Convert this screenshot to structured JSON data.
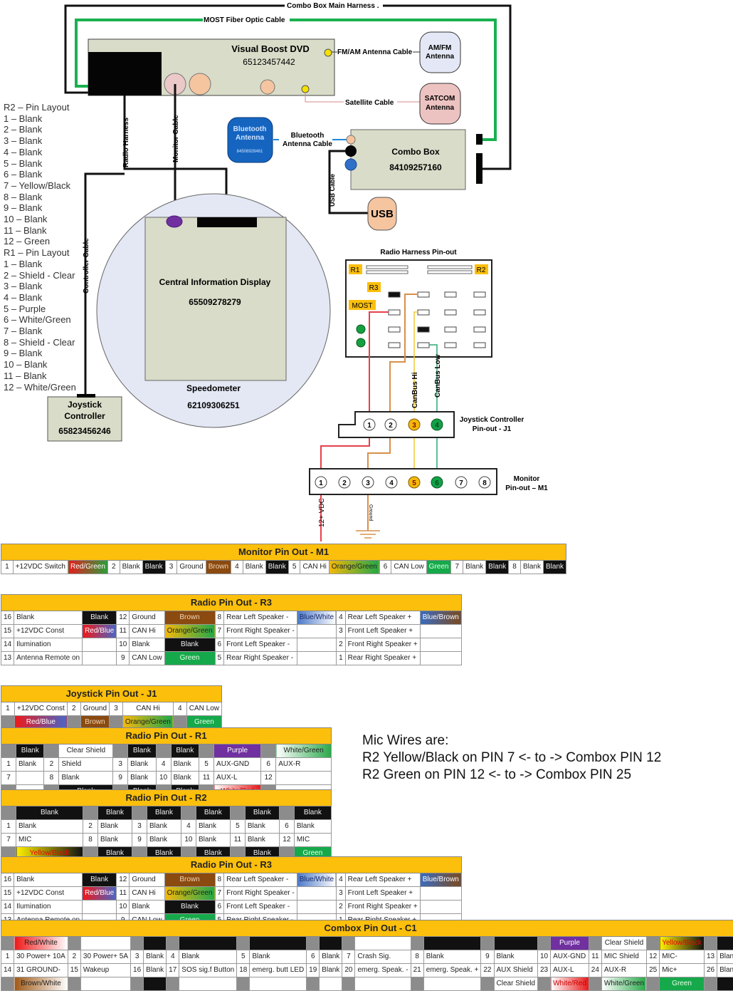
{
  "diagram": {
    "combo_main_harness_label": "Combo Box Main Harness .",
    "most_cable_label": "MOST Fiber Optic Cable",
    "visual_boost": {
      "title": "Visual Boost DVD",
      "part": "65123457442"
    },
    "fm_am_cable_label": "FM/AM Antenna Cable",
    "am_fm_antenna": [
      "AM/FM",
      "Antenna"
    ],
    "satellite_cable_label": "Satellite Cable",
    "satcom_antenna": [
      "SATCOM",
      "Antenna"
    ],
    "bluetooth_antenna": {
      "line1": "Bluetooth",
      "line2": "Antenna",
      "part": "84506928461"
    },
    "bluetooth_cable_label": [
      "Bluetooth",
      "Antenna Cable"
    ],
    "combo_box": {
      "title": "Combo Box",
      "part": "84109257160"
    },
    "usb_cable_label": "USB Cable",
    "usb_label": "USB",
    "radio_harness_label": "Radio Harness",
    "monitor_cable_label": "Monitor Cable",
    "controller_cable_label": "Controller Cable",
    "cid": {
      "title": "Central Information Display",
      "part": "65509278279"
    },
    "speedometer": {
      "title": "Speedometer",
      "part": "62109306251"
    },
    "joystick": {
      "line1": "Joystick",
      "line2": "Controller",
      "part": "65823456246"
    },
    "radio_harness_pinout": {
      "title": "Radio Harness Pin-out",
      "r1": "R1",
      "r2": "R2",
      "r3": "R3",
      "most": "MOST"
    },
    "canbus_hi": "CanBus Hi",
    "canbus_low": "CanBus Low",
    "joystick_pinout": {
      "line1": "Joystick Controller",
      "line2": "Pin-out -  J1",
      "pins": [
        "1",
        "2",
        "3",
        "4"
      ]
    },
    "monitor_pinout": {
      "line1": "Monitor",
      "line2": "Pin-out – M1",
      "pins": [
        "1",
        "2",
        "3",
        "4",
        "5",
        "6",
        "7",
        "8"
      ]
    },
    "vdc_label": "12+ VDC",
    "ground_label": "Ground"
  },
  "r2_layout": {
    "title": "R2 – Pin Layout",
    "items": [
      "1 – Blank",
      "2 – Blank",
      "3 – Blank",
      "4 – Blank",
      "5 – Blank",
      "6 – Blank",
      "7 – Yellow/Black",
      "8 – Blank",
      "9 – Blank",
      "10 – Blank",
      "11 – Blank",
      "12 – Green"
    ]
  },
  "r1_layout": {
    "title": "R1 – Pin Layout",
    "items": [
      "1 – Blank",
      "2 – Shield - Clear",
      "3 – Blank",
      "4 – Blank",
      "5 – Purple",
      "6 – White/Green",
      "7 – Blank",
      "8 – Shield - Clear",
      "9 – Blank",
      "10 – Blank",
      "11 – Blank",
      "12 – White/Green"
    ]
  },
  "monitor_table": {
    "title": "Monitor Pin Out - M1",
    "cells": [
      {
        "pin": "1",
        "name": "+12VDC Switch",
        "color": "Red/Green",
        "cls": "c-redgreen"
      },
      {
        "pin": "2",
        "name": "Blank",
        "color": "Blank",
        "cls": "blk"
      },
      {
        "pin": "3",
        "name": "Ground",
        "color": "Brown",
        "cls": "c-brown"
      },
      {
        "pin": "4",
        "name": "Blank",
        "color": "Blank",
        "cls": "blk"
      },
      {
        "pin": "5",
        "name": "CAN Hi",
        "color": "Orange/Green",
        "cls": "c-orangegreen"
      },
      {
        "pin": "6",
        "name": "CAN Low",
        "color": "Green",
        "cls": "c-green"
      },
      {
        "pin": "7",
        "name": "Blank",
        "color": "Blank",
        "cls": "blk"
      },
      {
        "pin": "8",
        "name": "Blank",
        "color": "Blank",
        "cls": "blk"
      }
    ]
  },
  "r3_table": {
    "title": "Radio Pin Out - R3",
    "rows": [
      [
        {
          "pin": "16",
          "name": "Blank",
          "color": "Blank",
          "cls": "blk"
        },
        {
          "pin": "12",
          "name": "Ground",
          "color": "Brown",
          "cls": "c-brown"
        },
        {
          "pin": "8",
          "name": "Rear Left Speaker -",
          "color": "Blue/White",
          "cls": "c-bluewhite"
        },
        {
          "pin": "4",
          "name": "Rear Left Speaker +",
          "color": "Blue/Brown",
          "cls": "c-bluebrown"
        }
      ],
      [
        {
          "pin": "15",
          "name": "+12VDC Const",
          "color": "Red/Blue",
          "cls": "c-redblue"
        },
        {
          "pin": "11",
          "name": "CAN Hi",
          "color": "Orange/Green",
          "cls": "c-orangegreen"
        },
        {
          "pin": "7",
          "name": "Front Right Speaker -",
          "color": "",
          "cls": "wht"
        },
        {
          "pin": "3",
          "name": "Front Left Speaker +",
          "color": "",
          "cls": "wht"
        }
      ],
      [
        {
          "pin": "14",
          "name": "Ilumination",
          "color": "",
          "cls": "wht"
        },
        {
          "pin": "10",
          "name": "Blank",
          "color": "Blank",
          "cls": "blk"
        },
        {
          "pin": "6",
          "name": "Front Left Speaker -",
          "color": "",
          "cls": "wht"
        },
        {
          "pin": "2",
          "name": "Front Right Speaker +",
          "color": "",
          "cls": "wht"
        }
      ],
      [
        {
          "pin": "13",
          "name": "Antenna Remote on",
          "color": "",
          "cls": "wht"
        },
        {
          "pin": "9",
          "name": "CAN Low",
          "color": "Green",
          "cls": "c-green"
        },
        {
          "pin": "5",
          "name": "Rear Right Speaker -",
          "color": "",
          "cls": "wht"
        },
        {
          "pin": "1",
          "name": "Rear Right Speaker +",
          "color": "",
          "cls": "wht"
        }
      ]
    ]
  },
  "joystick_table": {
    "title": "Joystick Pin Out - J1",
    "cells": [
      {
        "pin": "1",
        "name": "+12VDC Const",
        "color": "Red/Blue",
        "cls": "c-redblue"
      },
      {
        "pin": "2",
        "name": "Ground",
        "color": "Brown",
        "cls": "c-brown"
      },
      {
        "pin": "3",
        "name": "CAN Hi",
        "color": "Orange/Green",
        "cls": "c-orangegreen"
      },
      {
        "pin": "4",
        "name": "CAN Low",
        "color": "Green",
        "cls": "c-green"
      }
    ]
  },
  "r1_table": {
    "title": "Radio Pin Out - R1",
    "top": [
      {
        "t": "Blank",
        "cls": "blk"
      },
      {
        "t": "Clear Shield",
        "cls": "wht ctr"
      },
      {
        "t": "Blank",
        "cls": "blk"
      },
      {
        "t": "Blank",
        "cls": "blk"
      },
      {
        "t": "Purple",
        "cls": "c-purple"
      },
      {
        "t": "White/Green",
        "cls": "c-whitegreen"
      }
    ],
    "row1": [
      {
        "pin": "1",
        "name": "Blank"
      },
      {
        "pin": "2",
        "name": "Shield"
      },
      {
        "pin": "3",
        "name": "Blank"
      },
      {
        "pin": "4",
        "name": "Blank"
      },
      {
        "pin": "5",
        "name": "AUX-GND"
      },
      {
        "pin": "6",
        "name": "AUX-R"
      }
    ],
    "row2": [
      {
        "pin": "7",
        "name": ""
      },
      {
        "pin": "8",
        "name": "Blank"
      },
      {
        "pin": "9",
        "name": "Blank"
      },
      {
        "pin": "10",
        "name": "Blank"
      },
      {
        "pin": "11",
        "name": "AUX-L"
      },
      {
        "pin": "12",
        "name": ""
      }
    ],
    "bottom": [
      {
        "t": "",
        "cls": "wht"
      },
      {
        "t": "Blank",
        "cls": "blk"
      },
      {
        "t": "Blank",
        "cls": "blk"
      },
      {
        "t": "Blank",
        "cls": "blk"
      },
      {
        "t": "White/Red",
        "cls": "c-whitered"
      },
      {
        "t": "",
        "cls": "wht"
      }
    ]
  },
  "r2_table": {
    "title": "Radio Pin Out - R2",
    "top": [
      {
        "t": "Blank",
        "cls": "blk"
      },
      {
        "t": "Blank",
        "cls": "blk"
      },
      {
        "t": "Blank",
        "cls": "blk"
      },
      {
        "t": "Blank",
        "cls": "blk"
      },
      {
        "t": "Blank",
        "cls": "blk"
      },
      {
        "t": "Blank",
        "cls": "blk"
      }
    ],
    "row1": [
      {
        "pin": "1",
        "name": "Blank"
      },
      {
        "pin": "2",
        "name": "Blank"
      },
      {
        "pin": "3",
        "name": "Blank"
      },
      {
        "pin": "4",
        "name": "Blank"
      },
      {
        "pin": "5",
        "name": "Blank"
      },
      {
        "pin": "6",
        "name": "Blank"
      }
    ],
    "row2": [
      {
        "pin": "7",
        "name": "MIC"
      },
      {
        "pin": "8",
        "name": "Blank"
      },
      {
        "pin": "9",
        "name": "Blank"
      },
      {
        "pin": "10",
        "name": "Blank"
      },
      {
        "pin": "11",
        "name": "Blank"
      },
      {
        "pin": "12",
        "name": "MIC"
      }
    ],
    "bottom": [
      {
        "t": "Yellow/Black",
        "cls": "c-yellowblack"
      },
      {
        "t": "Blank",
        "cls": "blk"
      },
      {
        "t": "Blank",
        "cls": "blk"
      },
      {
        "t": "Blank",
        "cls": "blk"
      },
      {
        "t": "Blank",
        "cls": "blk"
      },
      {
        "t": "Green",
        "cls": "c-green"
      }
    ]
  },
  "mic_note": {
    "lines": [
      "Mic Wires are:",
      "R2 Yellow/Black on PIN 7 <- to -> Combox PIN 12",
      "R2 Green on PIN 12 <- to -> Combox PIN 25"
    ]
  },
  "combox_table": {
    "title": "Combox Pin Out - C1",
    "top": [
      {
        "t": "Red/White",
        "cls": "c-redwhite"
      },
      {
        "t": "",
        "cls": "wht"
      },
      {
        "t": "",
        "cls": "blk"
      },
      {
        "t": "",
        "cls": "blk"
      },
      {
        "t": "",
        "cls": "blk"
      },
      {
        "t": "",
        "cls": "blk"
      },
      {
        "t": "",
        "cls": "wht"
      },
      {
        "t": "",
        "cls": "blk"
      },
      {
        "t": "",
        "cls": "blk"
      },
      {
        "t": "Purple",
        "cls": "c-purple"
      },
      {
        "t": "Clear Shield",
        "cls": "wht"
      },
      {
        "t": "Yellow/Black",
        "cls": "c-yellowblack"
      },
      {
        "t": "",
        "cls": "blk"
      }
    ],
    "row1": [
      {
        "pin": "1",
        "name": "30 Power+ 10A"
      },
      {
        "pin": "2",
        "name": "30 Power+ 5A"
      },
      {
        "pin": "3",
        "name": "Blank"
      },
      {
        "pin": "4",
        "name": "Blank"
      },
      {
        "pin": "5",
        "name": "Blank"
      },
      {
        "pin": "6",
        "name": "Blank"
      },
      {
        "pin": "7",
        "name": "Crash Sig."
      },
      {
        "pin": "8",
        "name": "Blank"
      },
      {
        "pin": "9",
        "name": "Blank"
      },
      {
        "pin": "10",
        "name": "AUX-GND"
      },
      {
        "pin": "11",
        "name": "MIC Shield"
      },
      {
        "pin": "12",
        "name": "MIC-"
      },
      {
        "pin": "13",
        "name": "Blank"
      }
    ],
    "row2": [
      {
        "pin": "14",
        "name": "31 GROUND-"
      },
      {
        "pin": "15",
        "name": "Wakeup"
      },
      {
        "pin": "16",
        "name": "Blank"
      },
      {
        "pin": "17",
        "name": "SOS sig.f Button"
      },
      {
        "pin": "18",
        "name": "emerg. butt LED"
      },
      {
        "pin": "19",
        "name": "Blank"
      },
      {
        "pin": "20",
        "name": "emerg. Speak. -"
      },
      {
        "pin": "21",
        "name": "emerg. Speak. +"
      },
      {
        "pin": "22",
        "name": "AUX Shield"
      },
      {
        "pin": "23",
        "name": "AUX-L"
      },
      {
        "pin": "24",
        "name": "AUX-R"
      },
      {
        "pin": "25",
        "name": "Mic+"
      },
      {
        "pin": "26",
        "name": "Blank"
      }
    ],
    "bottom": [
      {
        "t": "Brown/White",
        "cls": "c-brownwhite"
      },
      {
        "t": "",
        "cls": "wht"
      },
      {
        "t": "",
        "cls": "blk"
      },
      {
        "t": "",
        "cls": "wht"
      },
      {
        "t": "",
        "cls": "wht"
      },
      {
        "t": "",
        "cls": "wht"
      },
      {
        "t": "",
        "cls": "wht"
      },
      {
        "t": "",
        "cls": "wht"
      },
      {
        "t": "Clear Shield",
        "cls": "wht"
      },
      {
        "t": "White/Red",
        "cls": "c-whitered"
      },
      {
        "t": "White/Green",
        "cls": "c-whitegreen"
      },
      {
        "t": "Green",
        "cls": "c-green"
      },
      {
        "t": "",
        "cls": "blk"
      }
    ]
  }
}
